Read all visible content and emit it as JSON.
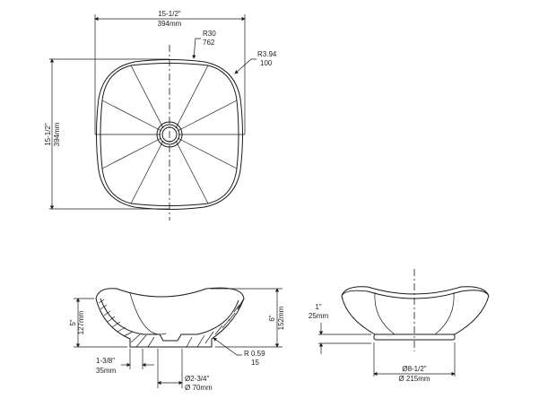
{
  "top_view": {
    "width_in": "15-1/2\"",
    "width_mm": "394mm",
    "height_in": "15-1/2\"",
    "height_mm": "394mm",
    "r_top_a": "R30",
    "r_top_b": "762",
    "r_corner_a": "R3.94",
    "r_corner_b": "100"
  },
  "side_view": {
    "h_left_in": "5\"",
    "h_left_mm": "127mm",
    "h_right_in": "6\"",
    "h_right_mm": "152mm",
    "radius_a": "R 0.59",
    "radius_b": "15",
    "offset_in": "1-3/8\"",
    "offset_mm": "35mm",
    "drain_in": "Ø2-3/4\"",
    "drain_mm": "Ø 70mm"
  },
  "front_view": {
    "base_h_in": "1\"",
    "base_h_mm": "25mm",
    "base_d_in": "Ø8-1/2\"",
    "base_d_mm": "Ø 215mm"
  }
}
